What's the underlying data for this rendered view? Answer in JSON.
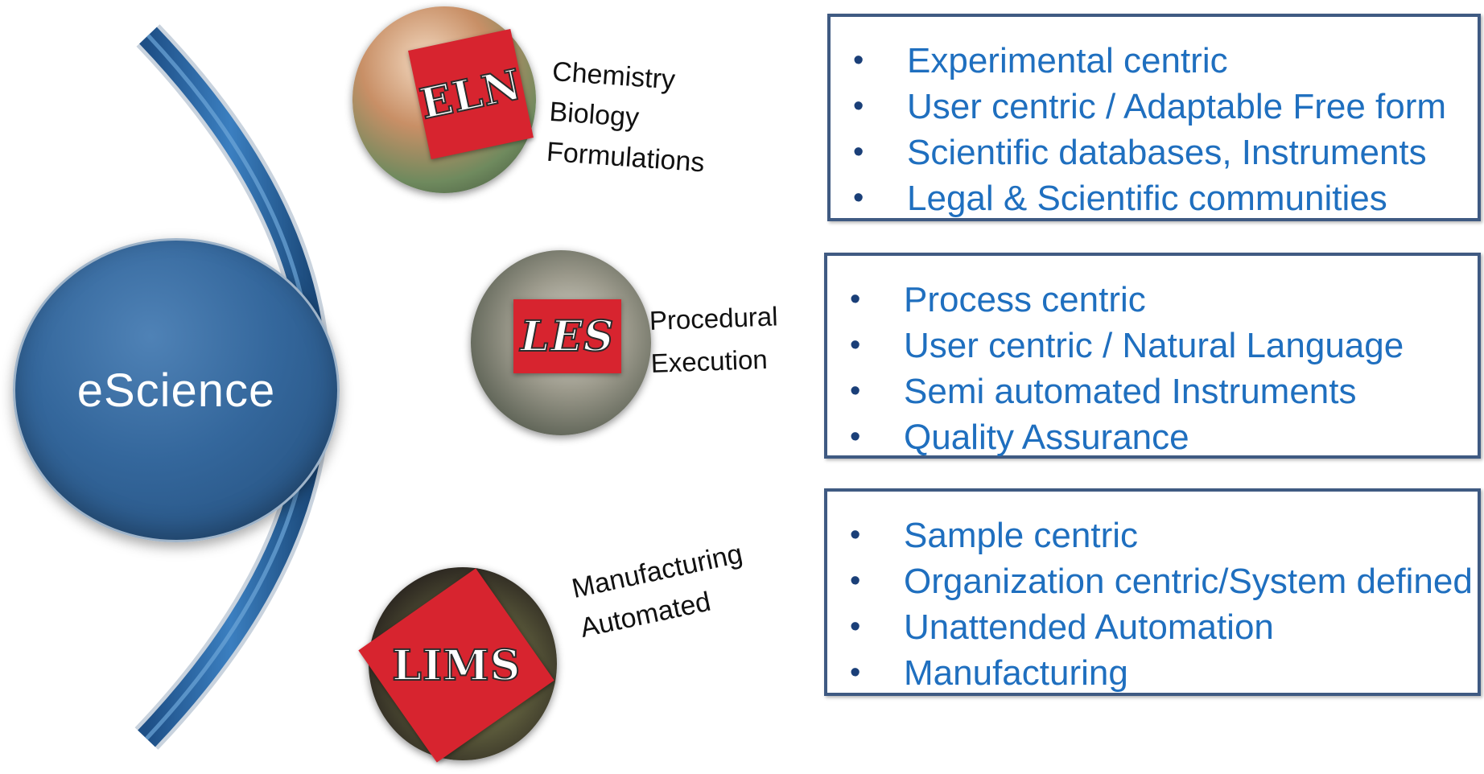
{
  "hub": {
    "label": "eScience"
  },
  "colors": {
    "hub_blue": "#34679c",
    "arc_blue": "#2d6aa8",
    "badge_red": "#d7242f",
    "bullet_text": "#1f6fbf",
    "box_border": "#3f5a82"
  },
  "branches": [
    {
      "badge": "ELN",
      "photo_icon": "scientist-photo",
      "side_labels": [
        "Chemistry",
        "Biology",
        "Formulations"
      ],
      "bullets": [
        "Experimental centric",
        "User centric / Adaptable Free form",
        "Scientific databases, Instruments",
        "Legal & Scientific communities"
      ]
    },
    {
      "badge": "LES",
      "photo_icon": "laboratory-photo",
      "side_labels": [
        "Procedural",
        "Execution"
      ],
      "bullets": [
        "Process centric",
        "User centric  / Natural Language",
        "Semi automated Instruments",
        "Quality Assurance"
      ]
    },
    {
      "badge": "LIMS",
      "photo_icon": "automation-photo",
      "side_labels": [
        "Manufacturing",
        "Automated"
      ],
      "bullets": [
        "Sample centric",
        "Organization centric/System defined",
        "Unattended Automation",
        "Manufacturing"
      ]
    }
  ]
}
